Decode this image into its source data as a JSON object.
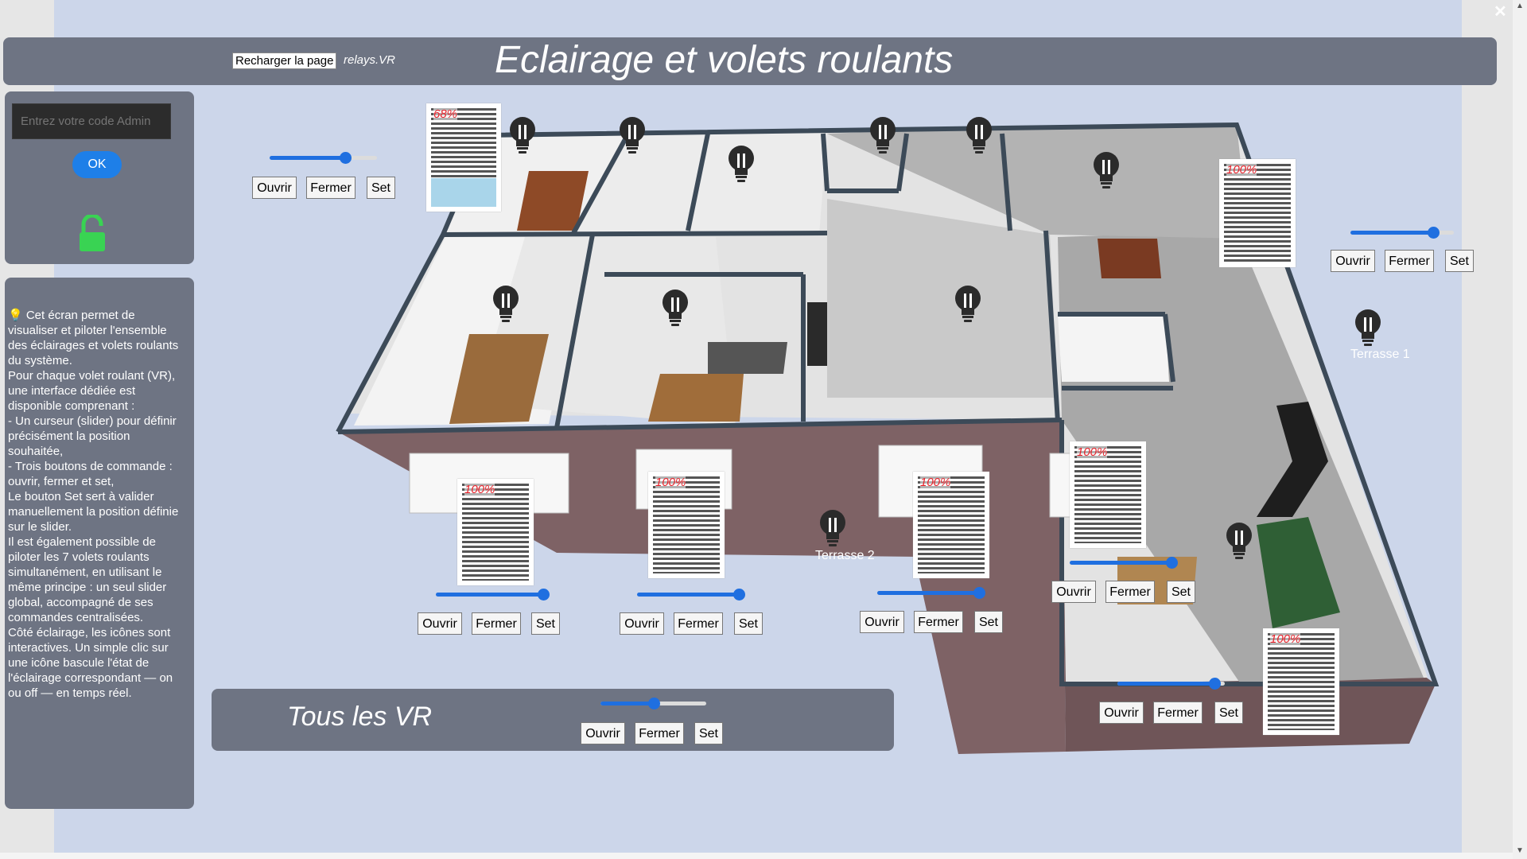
{
  "window": {
    "close_icon": "close-icon"
  },
  "header": {
    "title": "Eclairage et volets roulants",
    "reload_label": "Recharger la page",
    "source_label": "relays.VR"
  },
  "admin": {
    "code_placeholder": "Entrez votre code Admin",
    "ok_label": "OK",
    "lock_icon": "unlocked-padlock-icon",
    "lock_color": "#39d353"
  },
  "info": {
    "text": "💡 Cet écran permet de visualiser et piloter l'ensemble des éclairages et volets roulants du système.\nPour chaque volet roulant (VR), une interface dédiée est disponible comprenant :\n- Un curseur (slider) pour définir précisément la position souhaitée,\n- Trois boutons de commande : ouvrir, fermer et set,\nLe bouton Set sert à valider manuellement la position définie sur le slider.\nIl est également possible de piloter les 7 volets roulants simultanément, en utilisant le même principe : un seul slider global, accompagné de ses commandes centralisées.\nCôté éclairage, les icônes sont interactives. Un simple clic sur une icône bascule l'état de l'éclairage correspondant — on ou off — en temps réel."
  },
  "shutter_buttons": {
    "open": "Ouvrir",
    "close": "Fermer",
    "set": "Set"
  },
  "shutters": [
    {
      "id": "vr1",
      "percent_label": "68%",
      "slider_value": 0.7
    },
    {
      "id": "vr2",
      "percent_label": "100%",
      "slider_value": 1.0
    },
    {
      "id": "vr3",
      "percent_label": "100%",
      "slider_value": 0.95
    },
    {
      "id": "vr4",
      "percent_label": "100%",
      "slider_value": 0.95
    },
    {
      "id": "vr5",
      "percent_label": "100%",
      "slider_value": 0.95
    },
    {
      "id": "vr6",
      "percent_label": "100%",
      "slider_value": 0.8
    },
    {
      "id": "vr7",
      "percent_label": "100%",
      "slider_value": 0.9
    }
  ],
  "terraces": {
    "t1": "Terrasse 1",
    "t2": "Terrasse 2"
  },
  "all_vr": {
    "title": "Tous les VR",
    "slider_value": 0.5
  },
  "colors": {
    "accent": "#1f6fe0",
    "panel": "#6e7483",
    "background": "#ccd6ea",
    "shutter_percent": "#e8222a"
  }
}
